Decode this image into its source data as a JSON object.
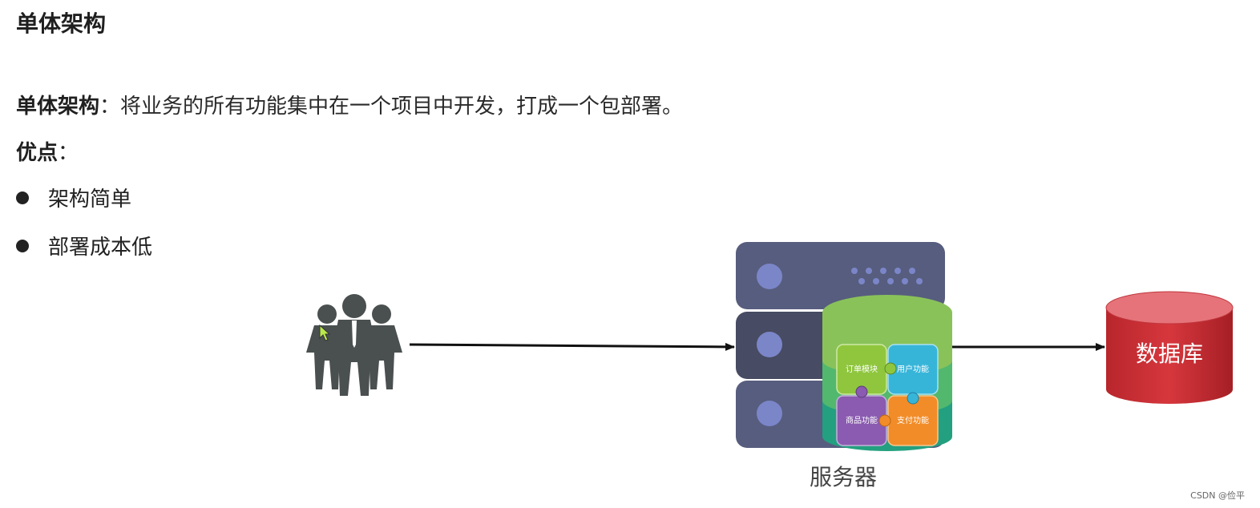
{
  "title": "单体架构",
  "definition": {
    "term": "单体架构",
    "text": "：将业务的所有功能集中在一个项目中开发，打成一个包部署。"
  },
  "advantages": {
    "heading": "优点",
    "colon": "：",
    "items": [
      "架构简单",
      "部署成本低"
    ]
  },
  "diagram": {
    "server_label": "服务器",
    "database_label": "数据库",
    "modules": [
      "订单模块",
      "用户功能",
      "商品功能",
      "支付功能"
    ]
  },
  "watermark": "CSDN @俭平",
  "colors": {
    "server": "#575d7e",
    "server_dark": "#474b63",
    "server_dot": "#7b86c9",
    "cylinder_top": "#8ac25a",
    "cylinder_mid": "#52b86e",
    "cylinder_bottom": "#23a07f",
    "module_order": "#8fc63e",
    "module_user": "#37b5d9",
    "module_product": "#8a5bb0",
    "module_payment": "#f28c28",
    "database": "#cc2f35",
    "database_top": "#e6737a",
    "people": "#4a4f4f"
  }
}
